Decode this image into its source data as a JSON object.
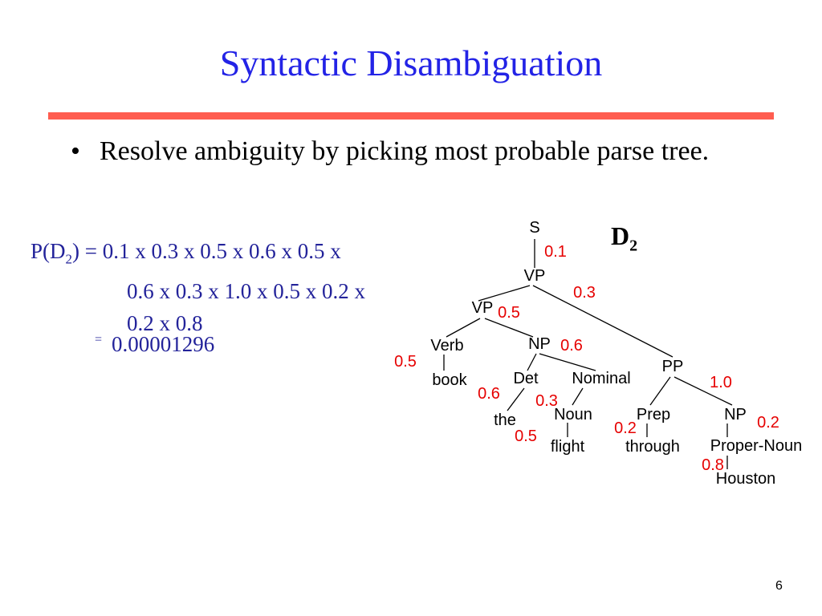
{
  "slide": {
    "title": "Syntactic Disambiguation",
    "bullet": "Resolve ambiguity by picking most probable parse tree.",
    "page_number": "6"
  },
  "formula": {
    "prefix": "P(D",
    "subscript": "2",
    "suffix": ") = ",
    "line1": "0.1 x 0.3 x 0.5 x 0.6 x 0.5 x",
    "line2": "0.6 x 0.3 x 1.0 x 0.5 x 0.2 x",
    "line3": "0.2 x 0.8",
    "equals_sign": "=",
    "result": "0.00001296"
  },
  "derivation_label": {
    "letter": "D",
    "subscript": "2"
  },
  "colors": {
    "title": "#2323e6",
    "rule": "#ff5d50",
    "formula": "#23239a",
    "probability": "#e60000"
  },
  "tree": {
    "nodes": [
      {
        "id": "S",
        "label": "S"
      },
      {
        "id": "VP1",
        "label": "VP"
      },
      {
        "id": "VP2",
        "label": "VP"
      },
      {
        "id": "Verb",
        "label": "Verb"
      },
      {
        "id": "book",
        "label": "book"
      },
      {
        "id": "NP1",
        "label": "NP"
      },
      {
        "id": "Det",
        "label": "Det"
      },
      {
        "id": "the",
        "label": "the"
      },
      {
        "id": "Nominal",
        "label": "Nominal"
      },
      {
        "id": "Noun",
        "label": "Noun"
      },
      {
        "id": "flight",
        "label": "flight"
      },
      {
        "id": "PP",
        "label": "PP"
      },
      {
        "id": "Prep",
        "label": "Prep"
      },
      {
        "id": "through",
        "label": "through"
      },
      {
        "id": "NP2",
        "label": "NP"
      },
      {
        "id": "ProperNoun",
        "label": "Proper-Noun"
      },
      {
        "id": "Houston",
        "label": "Houston"
      }
    ],
    "edges": [
      [
        "S",
        "VP1"
      ],
      [
        "VP1",
        "VP2"
      ],
      [
        "VP1",
        "PP"
      ],
      [
        "VP2",
        "Verb"
      ],
      [
        "VP2",
        "NP1"
      ],
      [
        "Verb",
        "book"
      ],
      [
        "NP1",
        "Det"
      ],
      [
        "NP1",
        "Nominal"
      ],
      [
        "Det",
        "the"
      ],
      [
        "Nominal",
        "Noun"
      ],
      [
        "Noun",
        "flight"
      ],
      [
        "PP",
        "Prep"
      ],
      [
        "PP",
        "NP2"
      ],
      [
        "Prep",
        "through"
      ],
      [
        "NP2",
        "ProperNoun"
      ],
      [
        "ProperNoun",
        "Houston"
      ]
    ],
    "probabilities": [
      {
        "id": "p_S",
        "value": "0.1"
      },
      {
        "id": "p_VP1",
        "value": "0.3"
      },
      {
        "id": "p_VP2",
        "value": "0.5"
      },
      {
        "id": "p_NP1",
        "value": "0.6"
      },
      {
        "id": "p_Verb",
        "value": "0.5"
      },
      {
        "id": "p_PP",
        "value": "1.0"
      },
      {
        "id": "p_Det",
        "value": "0.6"
      },
      {
        "id": "p_Nominal",
        "value": "0.3"
      },
      {
        "id": "p_NP2",
        "value": "0.2"
      },
      {
        "id": "p_Prep",
        "value": "0.2"
      },
      {
        "id": "p_Noun",
        "value": "0.5"
      },
      {
        "id": "p_ProperNoun",
        "value": "0.8"
      }
    ]
  }
}
